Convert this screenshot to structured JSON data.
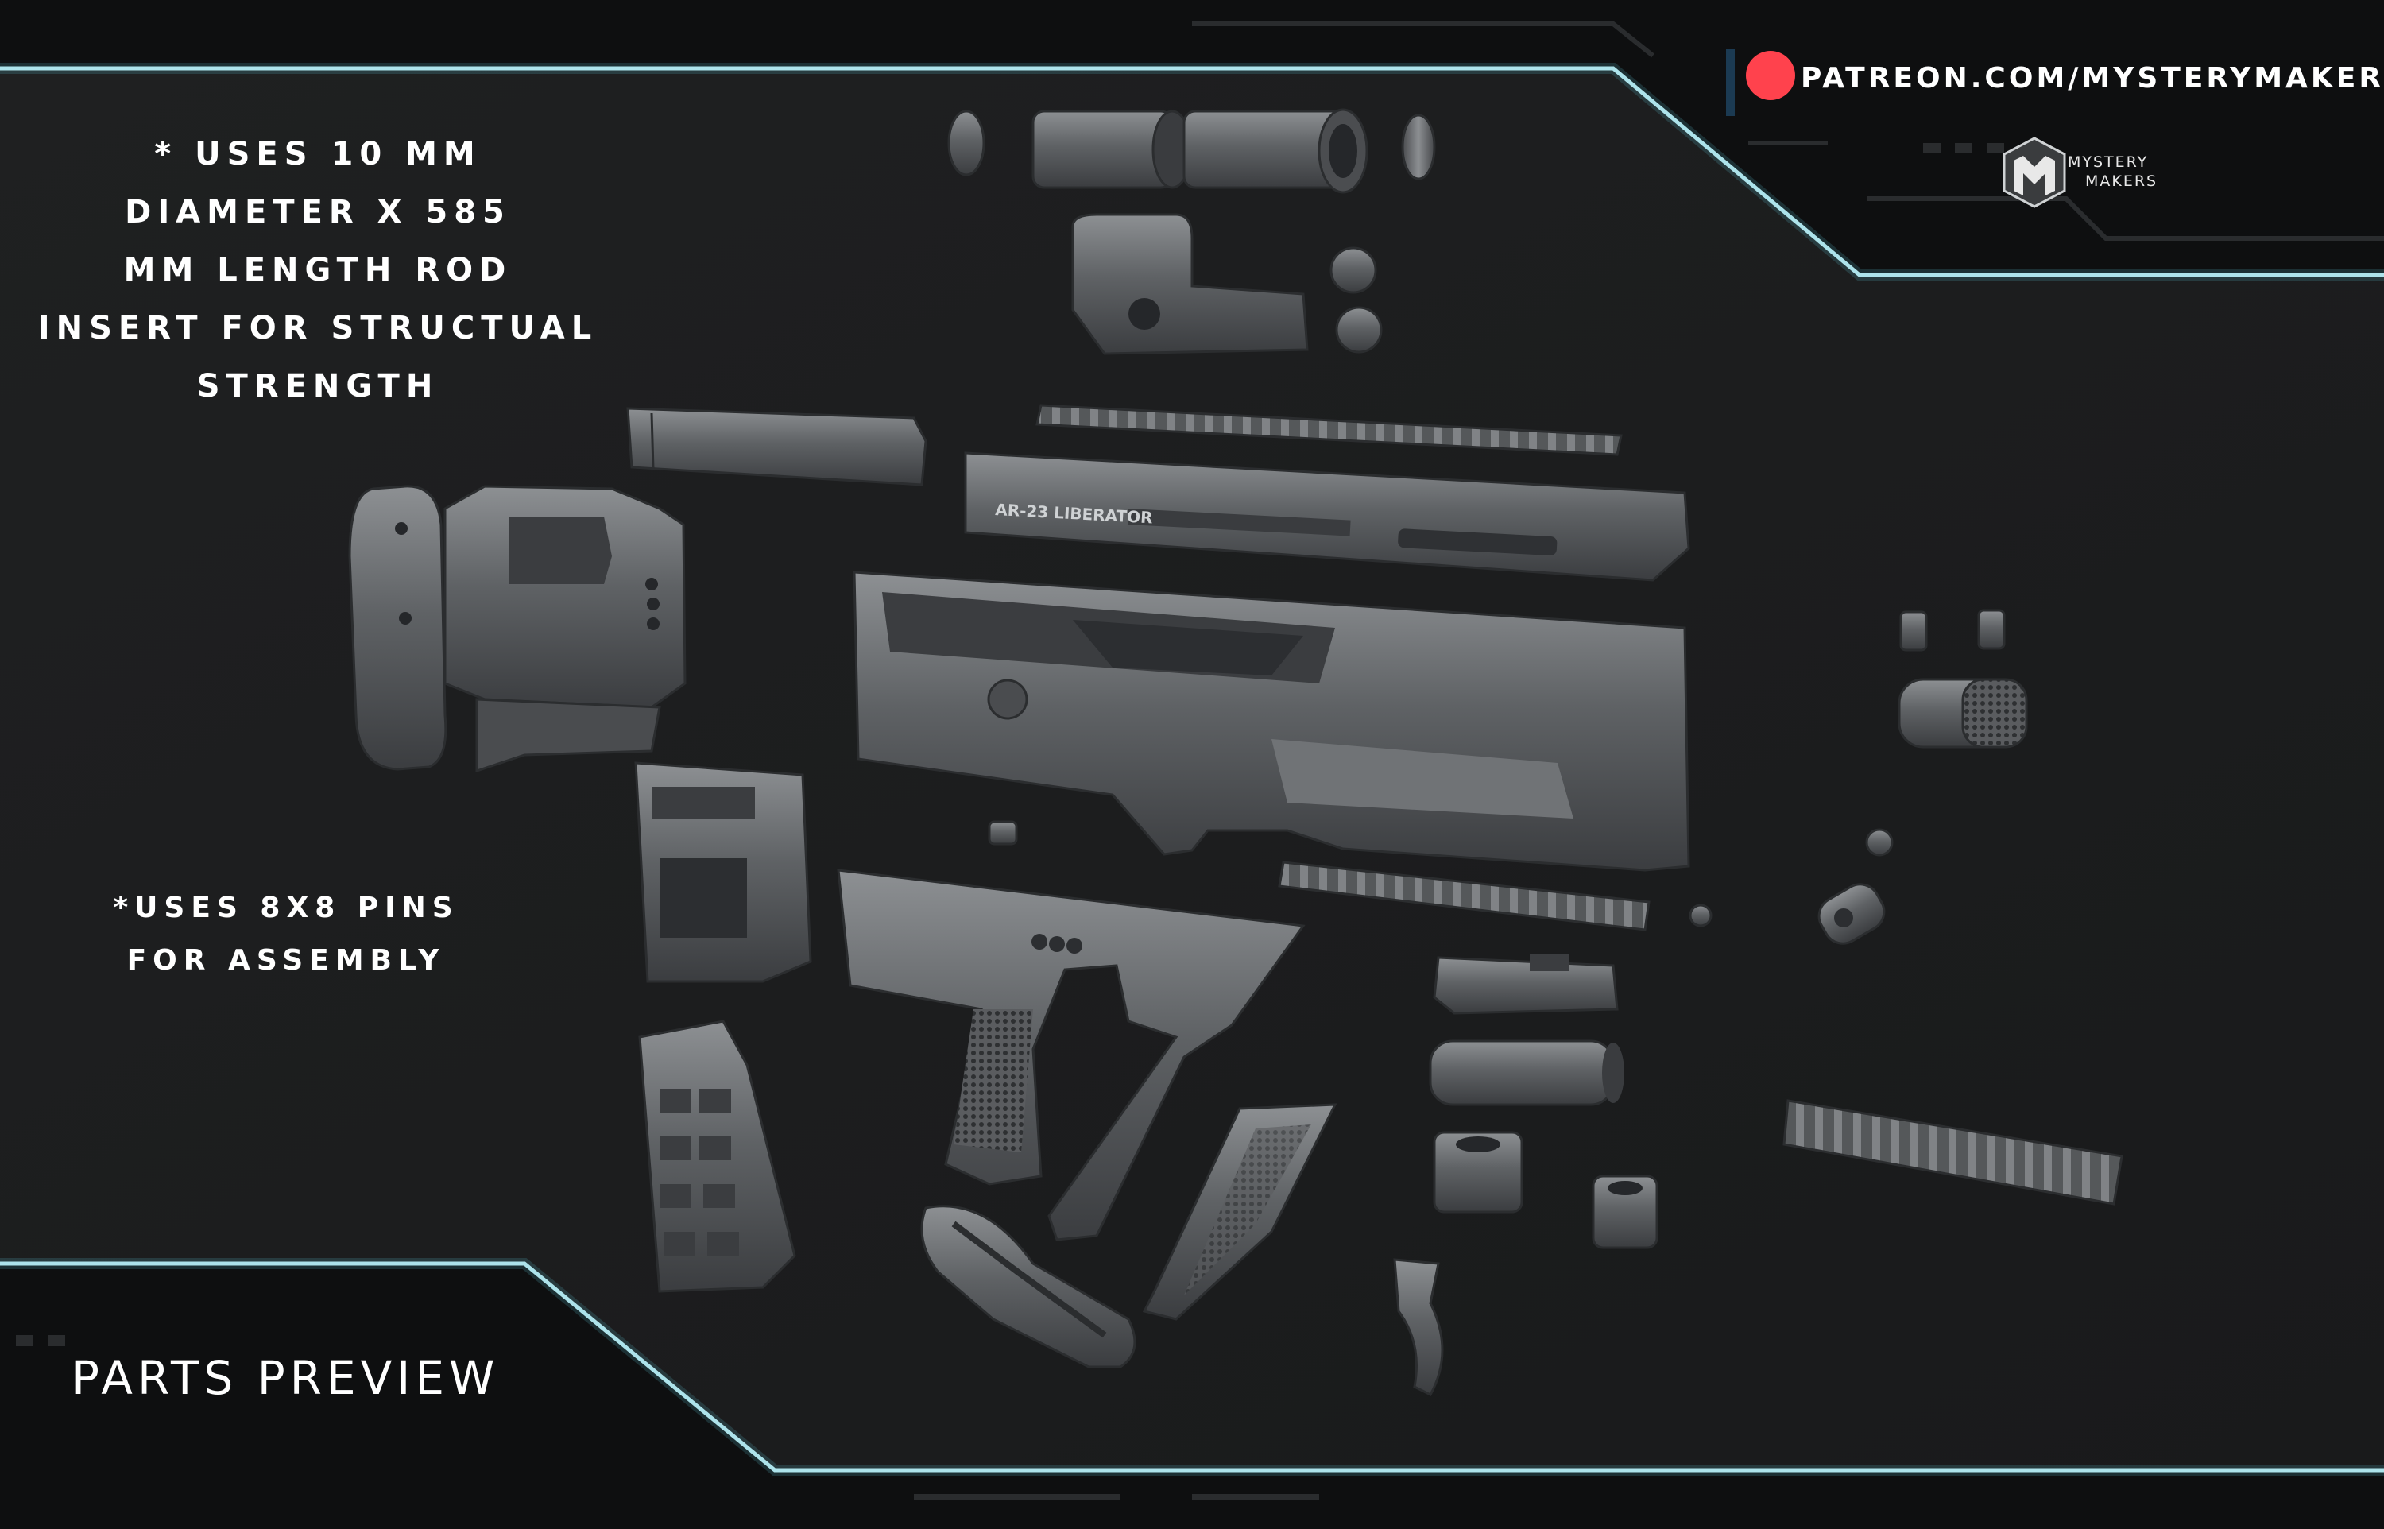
{
  "notes": {
    "rod_lines": [
      "* uses 10 mm",
      "diameter x 585",
      "mm length rod",
      "insert for structual",
      "strength"
    ],
    "pins_lines": [
      "*uses 8x8 pins",
      "for assembly"
    ]
  },
  "title": "PARTS PREVIEW",
  "patreon": {
    "url": "PATREON.COM/MYSTERYMAKERS",
    "icon": "patreon-icon"
  },
  "brand": {
    "name_lines": [
      "MYSTERY",
      "MAKERS"
    ],
    "icon": "mystery-makers-logo-icon"
  },
  "receiver_engraving": "AR-23 LIBERATOR",
  "colors": {
    "background": "#0e0f10",
    "panel": "#1c1d1e",
    "frame_line": "#bfeaf0",
    "part_fill": "#5c5e60",
    "part_dark": "#35373a",
    "part_light": "#8a8d90",
    "patreon_red": "#ff424d"
  }
}
